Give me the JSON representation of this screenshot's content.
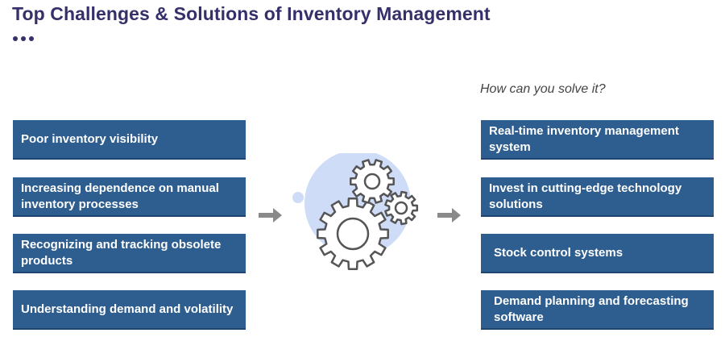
{
  "title": "Top Challenges & Solutions of Inventory Management",
  "subtitle": "How can you solve it?",
  "challenges": [
    "Poor inventory visibility",
    "Increasing dependence on manual inventory processes",
    "Recognizing and tracking obsolete products",
    "Understanding demand and volatility"
  ],
  "solutions": [
    "Real-time inventory management system",
    "Invest in cutting-edge technology solutions",
    "Stock control systems",
    "Demand planning and forecasting software"
  ],
  "colors": {
    "title": "#35306a",
    "box": "#2e5e8f",
    "arrow": "#8a8a8a",
    "gear_stroke": "#555555",
    "blob": "#cfdcf7"
  },
  "icons": [
    "right-arrow-icon",
    "gears-icon"
  ]
}
